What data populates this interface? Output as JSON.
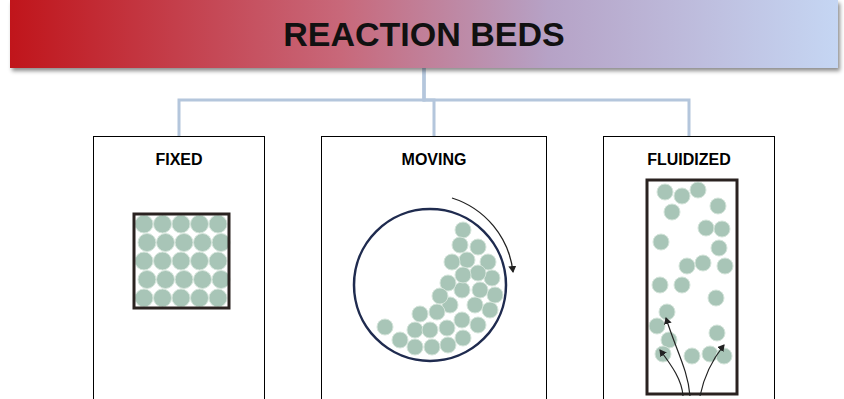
{
  "diagram": {
    "nodes": [
      {
        "text": [
          "REACTION BEDS"
        ]
      },
      {
        "text": [
          "FIXED"
        ]
      },
      {
        "text": [
          "MOVING"
        ]
      },
      {
        "text": [
          "FLUIDIZED"
        ]
      }
    ],
    "edges": [
      {
        "from": 0,
        "to": 1,
        "arrow": "none"
      },
      {
        "from": 0,
        "to": 2,
        "arrow": "none"
      },
      {
        "from": 0,
        "to": 3,
        "arrow": "none"
      }
    ]
  }
}
